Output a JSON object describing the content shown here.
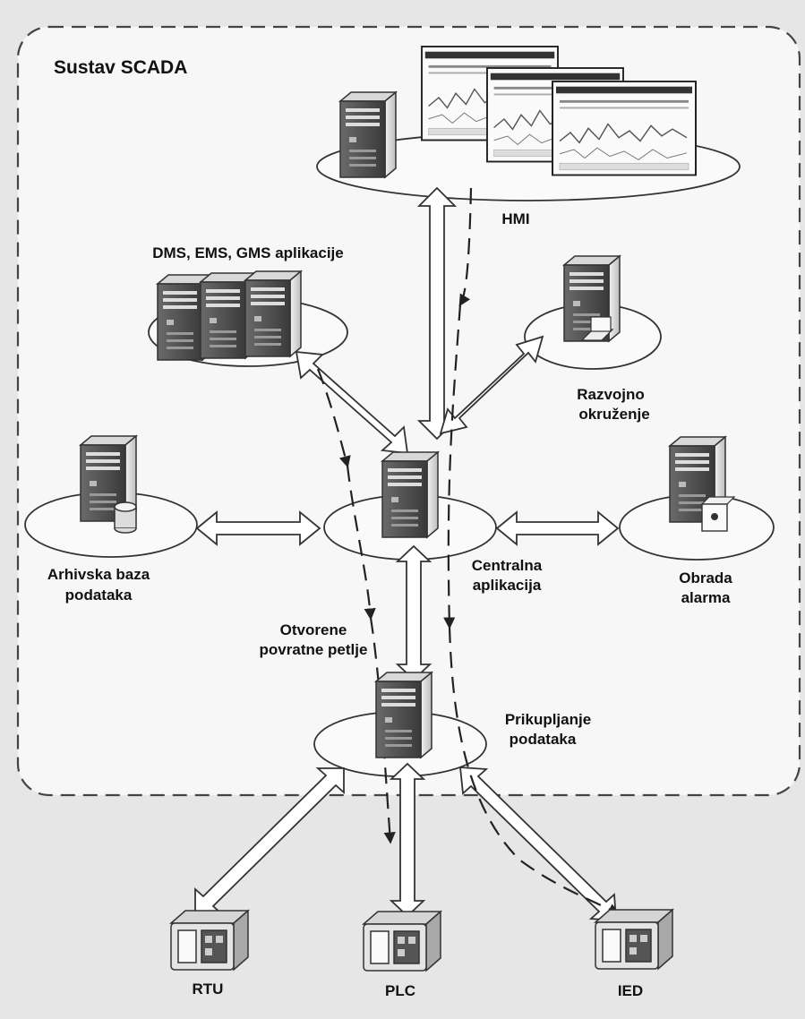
{
  "diagram": {
    "system_title": "Sustav SCADA",
    "nodes": {
      "hmi": {
        "label": "HMI"
      },
      "apps": {
        "label": "DMS, EMS, GMS aplikacije"
      },
      "dev": {
        "label_line1": "Razvojno",
        "label_line2": "okruženje"
      },
      "archive": {
        "label_line1": "Arhivska baza",
        "label_line2": "podataka"
      },
      "central": {
        "label_line1": "Centralna",
        "label_line2": "aplikacija"
      },
      "alarm": {
        "label_line1": "Obrada",
        "label_line2": "alarma"
      },
      "loops": {
        "label_line1": "Otvorene",
        "label_line2": "povratne petlje"
      },
      "acq": {
        "label_line1": "Prikupljanje",
        "label_line2": "podataka"
      },
      "rtu": {
        "label": "RTU"
      },
      "plc": {
        "label": "PLC"
      },
      "ied": {
        "label": "IED"
      }
    },
    "colors": {
      "background": "#e6e6e6",
      "scada_box": "#f7f7f7",
      "server_dark": "#4a4a4a",
      "server_light": "#e0e0e0",
      "arrow_fill": "#ffffff",
      "line": "#333333"
    }
  }
}
